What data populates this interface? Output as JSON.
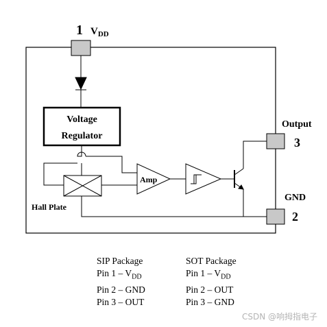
{
  "pins": {
    "pin1": {
      "number": "1",
      "label": "V",
      "label_sub": "DD"
    },
    "pin3": {
      "number": "3",
      "label": "Output"
    },
    "pin2": {
      "number": "2",
      "label": "GND"
    }
  },
  "blocks": {
    "regulator": {
      "line1": "Voltage",
      "line2": "Regulator"
    },
    "amp": {
      "label": "Amp"
    },
    "hall_plate": {
      "label": "Hall Plate"
    }
  },
  "packages": {
    "sip": {
      "title": "SIP Package",
      "pins": [
        {
          "prefix": "Pin 1 – V",
          "sub": "DD"
        },
        {
          "prefix": "Pin 2 – GND",
          "sub": ""
        },
        {
          "prefix": "Pin 3 – OUT",
          "sub": ""
        }
      ]
    },
    "sot": {
      "title": "SOT Package",
      "pins": [
        {
          "prefix": "Pin 1 – V",
          "sub": "DD"
        },
        {
          "prefix": "Pin 2 – OUT",
          "sub": ""
        },
        {
          "prefix": "Pin 3 – GND",
          "sub": ""
        }
      ]
    }
  },
  "watermark": "CSDN @响拇指电子",
  "colors": {
    "pin_fill": "#c8c8c8",
    "line": "#000000"
  }
}
